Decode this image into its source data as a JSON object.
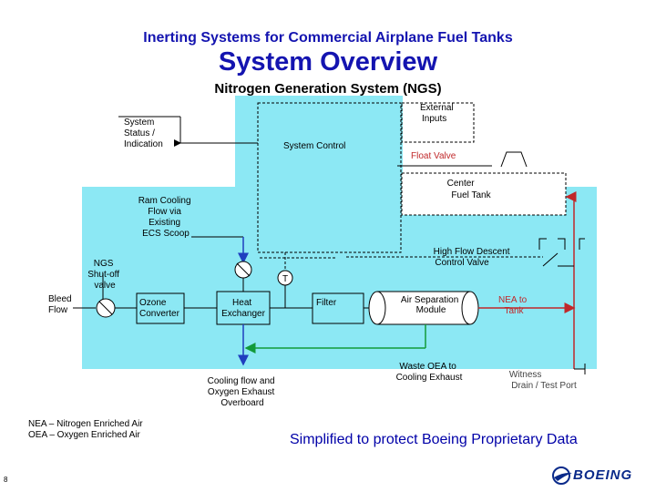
{
  "header": {
    "subtitle": "Inerting Systems for Commercial Airplane Fuel Tanks",
    "title": "System Overview",
    "subsystem": "Nitrogen Generation System (NGS)"
  },
  "diagram": {
    "external_inputs": [
      "External",
      "Inputs"
    ],
    "system_status": [
      "System",
      "Status /",
      "Indication"
    ],
    "system_control": "System Control",
    "float_valve": "Float Valve",
    "center_fuel_tank": [
      "Center",
      "Fuel Tank"
    ],
    "ram_cooling": [
      "Ram Cooling",
      "Flow via",
      "Existing",
      "ECS Scoop"
    ],
    "high_flow_valve": [
      "High Flow Descent",
      "Control Valve"
    ],
    "ngs_shutoff": [
      "NGS",
      "Shut-off",
      "valve"
    ],
    "bleed_flow": [
      "Bleed",
      "Flow"
    ],
    "ozone_converter": [
      "Ozone",
      "Converter"
    ],
    "heat_exchanger": [
      "Heat",
      "Exchanger"
    ],
    "temp_sensor": "T",
    "filter": "Filter",
    "asm": [
      "Air Separation",
      "Module"
    ],
    "nea_to_tank": [
      "NEA to",
      "Tank"
    ],
    "cooling_overboard": [
      "Cooling flow and",
      "Oxygen Exhaust",
      "Overboard"
    ],
    "waste_oea": [
      "Waste OEA to",
      "Cooling Exhaust"
    ],
    "witness_drain": [
      "Witness",
      "Drain / Test Port"
    ]
  },
  "legend": {
    "nea": "NEA – Nitrogen Enriched Air",
    "oea": "OEA – Oxygen Enriched Air"
  },
  "footer": {
    "proprietary": "Simplified to protect Boeing Proprietary Data",
    "page_number": "8",
    "logo_text": "BOEING"
  },
  "colors": {
    "title": "#1414b0",
    "cyan_panel": "#8ce8f4",
    "nea_line": "#c0282a",
    "oea_line": "#129a3a",
    "control_line": "#1f3fbf"
  }
}
